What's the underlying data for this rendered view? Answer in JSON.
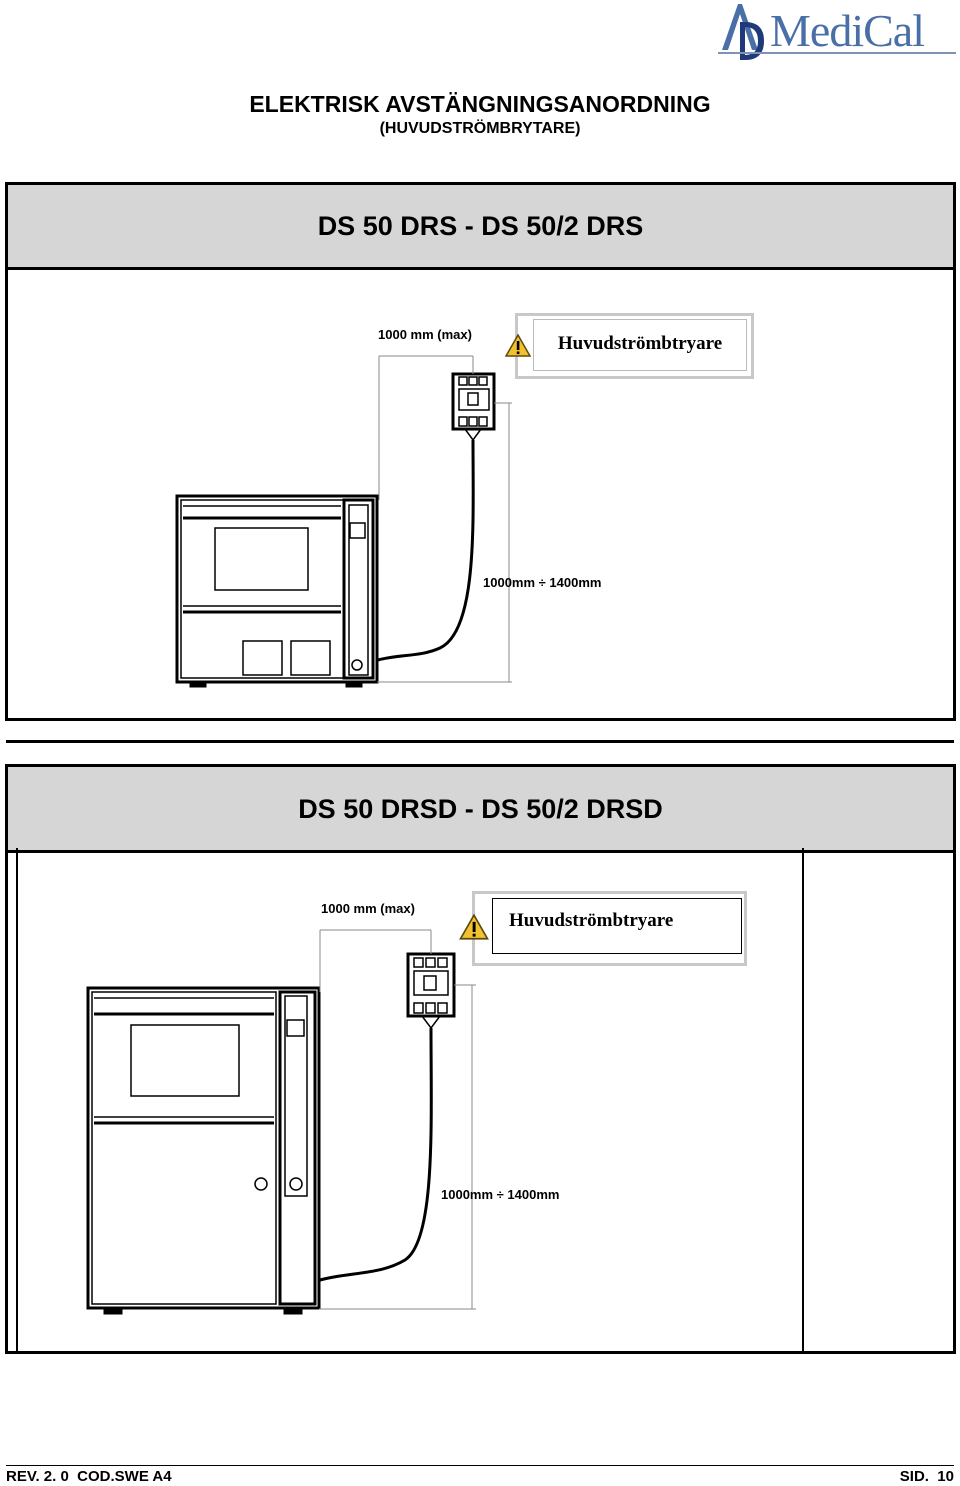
{
  "header": {
    "logo_text": "MediCal",
    "logo_mark": "AD",
    "title": "ELEKTRISK AVSTÄNGNINGSANORDNING",
    "subtitle": "(HUVUDSTRÖMBRYTARE)"
  },
  "panels": [
    {
      "heading": "DS 50 DRS - DS 50/2 DRS",
      "switch_label": "Huvudströmbtryare",
      "dim_horizontal": "1000 mm (max)",
      "dim_vertical": "1000mm ÷ 1400mm",
      "icon": "warning-icon"
    },
    {
      "heading": "DS 50 DRSD - DS 50/2 DRSD",
      "switch_label": "Huvudströmbtryare",
      "dim_horizontal": "1000 mm (max)",
      "dim_vertical": "1000mm ÷ 1400mm",
      "icon": "warning-icon"
    }
  ],
  "footer": {
    "left": "REV. 2. 0  COD.SWE A4",
    "right": "SID.  10"
  },
  "colors": {
    "heading_bg": "#d6d6d6",
    "logo": "#4a6fa8",
    "warning": "#f2c12e"
  }
}
